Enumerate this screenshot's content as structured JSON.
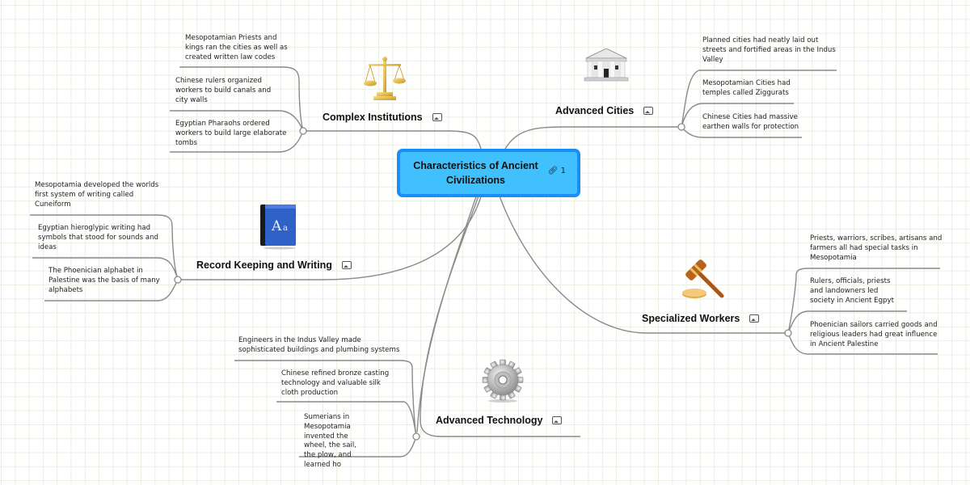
{
  "central": {
    "title": "Characteristics of Ancient Civilizations",
    "link_count": "1",
    "link_icon": "link-icon",
    "fill_color": "#40c0fd",
    "border_color": "#1a8ef5"
  },
  "branches": [
    {
      "id": "complex-institutions",
      "label": "Complex Institutions",
      "image": "scales-of-justice-icon",
      "badge": "image-icon",
      "children": [
        "Mesopotamian Priests and kings ran the cities as well as created written law codes",
        "Chinese rulers organized workers to build canals and city walls",
        "Egyptian Pharaohs ordered workers to build large elaborate tombs"
      ]
    },
    {
      "id": "advanced-cities",
      "label": "Advanced Cities",
      "image": "classical-building-icon",
      "badge": "image-icon",
      "children": [
        "Planned cities had neatly laid out streets and fortified areas in the Indus Valley",
        "Mesopotamian Cities had temples called Ziggurats",
        "Chinese Cities had massive earthen walls for protection"
      ]
    },
    {
      "id": "record-keeping",
      "label": "Record Keeping and Writing",
      "image": "dictionary-book-icon",
      "badge": "image-icon",
      "children": [
        "Mesopotamia developed the worlds first system of writing called Cuneiform",
        "Egyptian hieroglypic writing had symbols that stood for sounds and ideas",
        "The Phoenician alphabet in Palestine was the basis of many alphabets"
      ]
    },
    {
      "id": "specialized-workers",
      "label": "Specialized Workers",
      "image": "gavel-icon",
      "badge": "image-icon",
      "children": [
        "Priests, warriors, scribes, artisans and farmers all had special tasks in Mesopotamia",
        "Rulers, officials, priests and landowners led society in Ancient Egpyt",
        "Phoenician sailors carried goods and religious leaders had great influence in Ancient Palestine"
      ]
    },
    {
      "id": "advanced-technology",
      "label": "Advanced Technology",
      "image": "gear-icon",
      "badge": "image-icon",
      "children": [
        "Engineers in the Indus Valley made sophisticated buildings and plumbing systems",
        "Chinese refined bronze casting technology and valuable silk cloth production",
        "Sumerians in Mesopotamia invented the wheel, the sail, the plow, and learned ho"
      ]
    }
  ]
}
